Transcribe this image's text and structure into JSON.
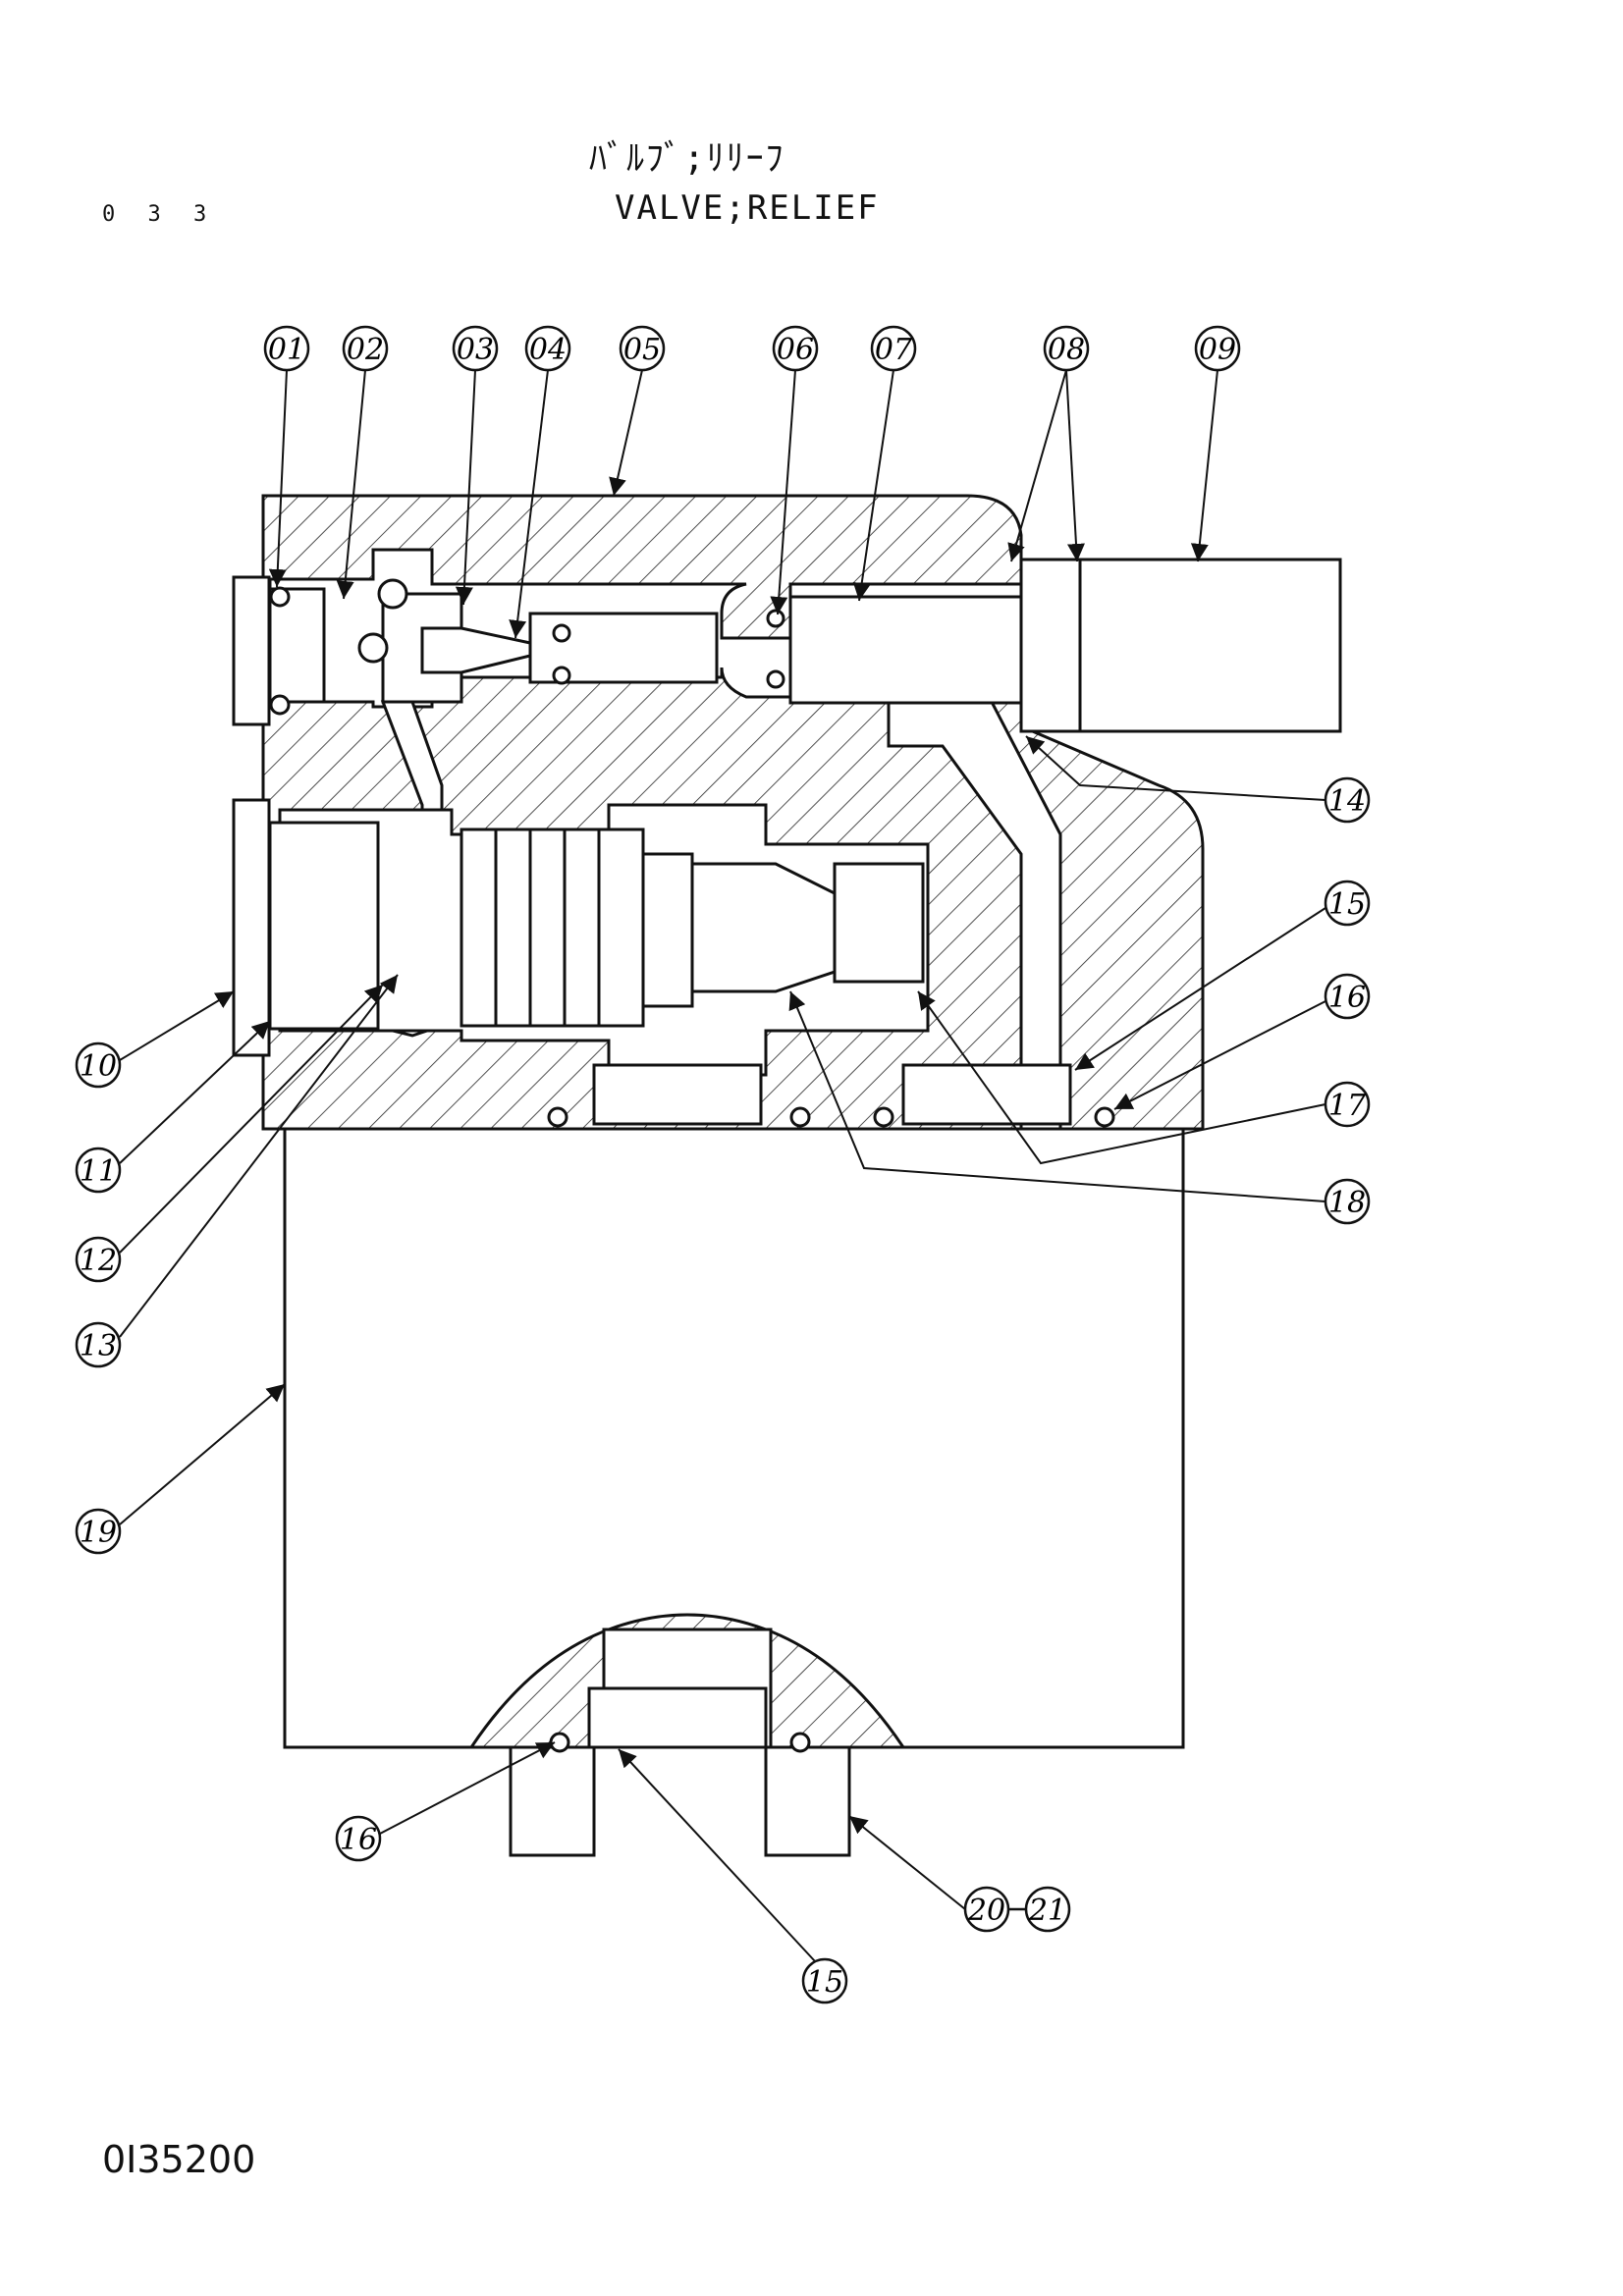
{
  "header": {
    "title_jp": "ﾊﾞﾙﾌﾞ;ﾘﾘｰﾌ",
    "title_en": "VALVE;RELIEF",
    "page_number": "0 3 3"
  },
  "footer": {
    "part_number": "0I35200"
  },
  "callouts": [
    {
      "id": "c01",
      "label": "01"
    },
    {
      "id": "c02",
      "label": "02"
    },
    {
      "id": "c03",
      "label": "03"
    },
    {
      "id": "c04",
      "label": "04"
    },
    {
      "id": "c05",
      "label": "05"
    },
    {
      "id": "c06",
      "label": "06"
    },
    {
      "id": "c07",
      "label": "07"
    },
    {
      "id": "c08",
      "label": "08"
    },
    {
      "id": "c09",
      "label": "09"
    },
    {
      "id": "c10",
      "label": "10"
    },
    {
      "id": "c11",
      "label": "11"
    },
    {
      "id": "c12",
      "label": "12"
    },
    {
      "id": "c13",
      "label": "13"
    },
    {
      "id": "c14",
      "label": "14"
    },
    {
      "id": "c15a",
      "label": "15"
    },
    {
      "id": "c16a",
      "label": "16"
    },
    {
      "id": "c17",
      "label": "17"
    },
    {
      "id": "c18",
      "label": "18"
    },
    {
      "id": "c19",
      "label": "19"
    },
    {
      "id": "c16b",
      "label": "16"
    },
    {
      "id": "c15b",
      "label": "15"
    },
    {
      "id": "c20",
      "label": "20"
    },
    {
      "id": "c21",
      "label": "21"
    }
  ]
}
